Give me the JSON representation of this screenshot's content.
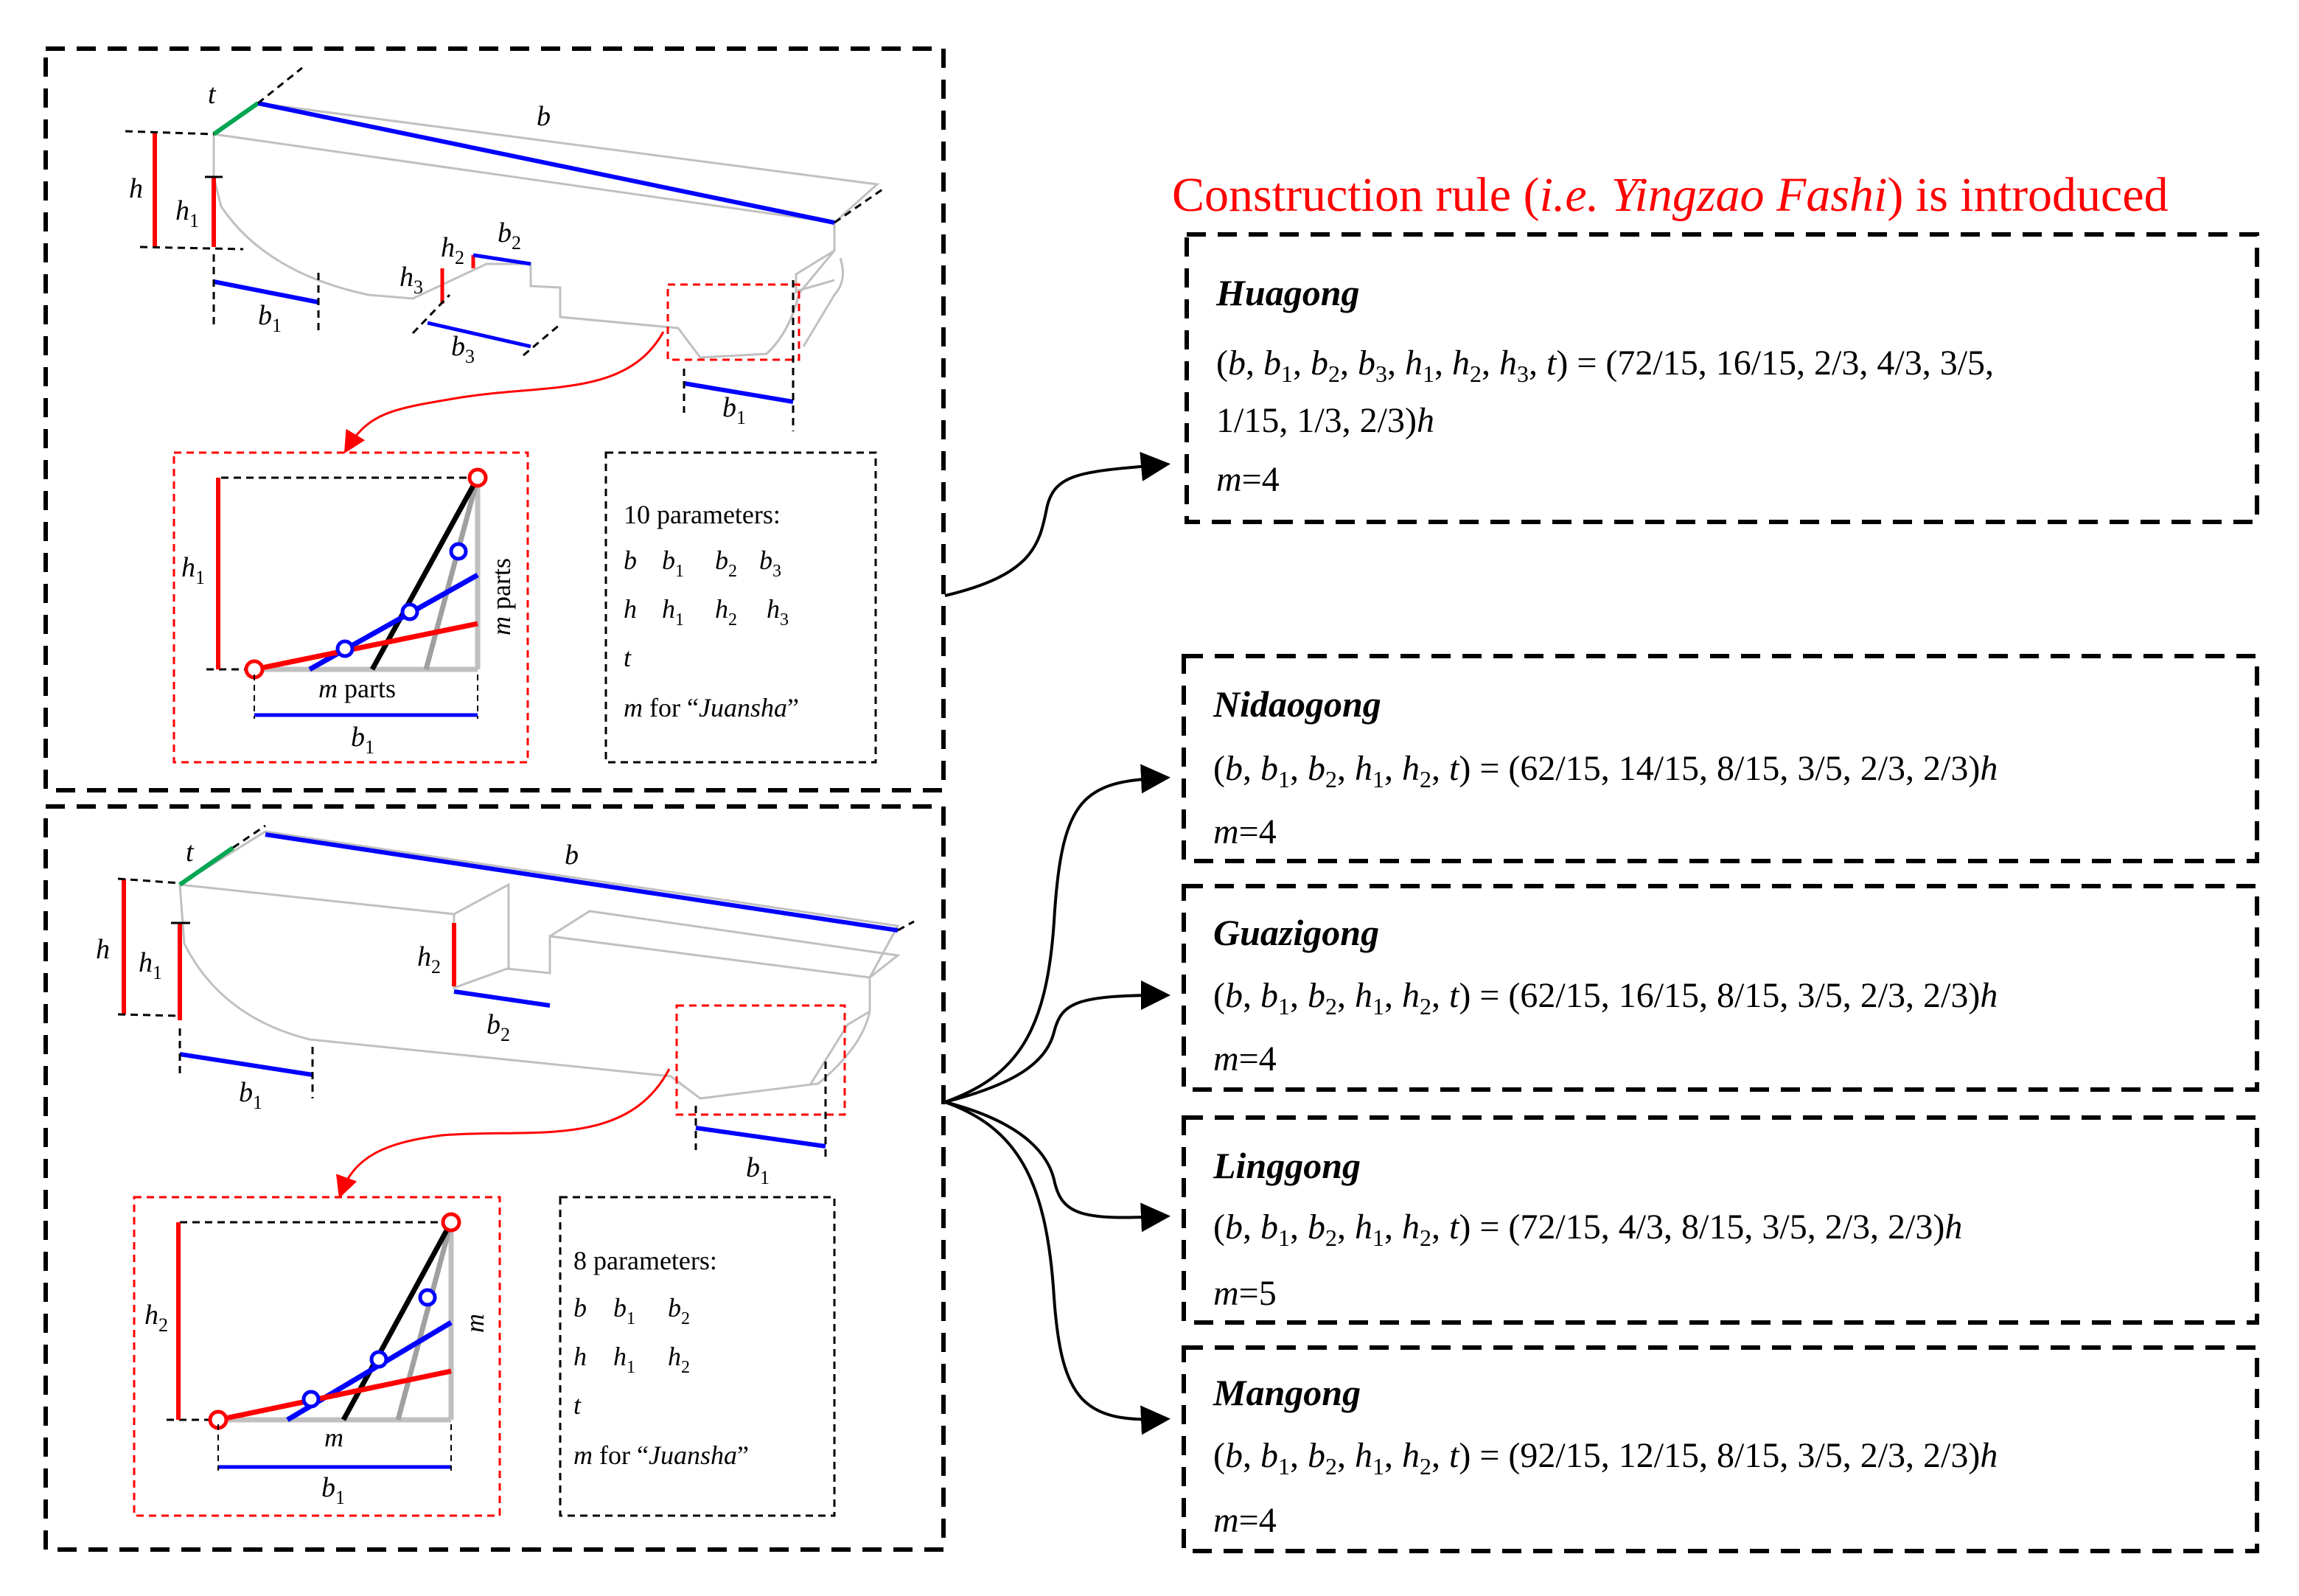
{
  "colors": {
    "width_line": "#0000ff",
    "height_line": "#ff0000",
    "thickness_line": "#00a651",
    "outline": "#c0c0c0",
    "frame": "#000000",
    "highlight": "#ff0000",
    "juansha_black": "#000000",
    "juansha_gray": "#a0a0a0"
  },
  "headline": {
    "pre": "Construction rule (",
    "ie": "i.e.",
    "name": " Yingzao Fashi",
    "post": ") is introduced"
  },
  "upper_panel": {
    "labels": {
      "t": "t",
      "b": "b",
      "h": "h",
      "h1": "h",
      "h2": "h",
      "h3": "h",
      "b1": "b",
      "b2": "b",
      "b3": "b",
      "b1_right": "b",
      "sub1": "1",
      "sub2": "2",
      "sub3": "3"
    },
    "inset": {
      "h1": "h",
      "sub1": "1",
      "m_parts_bottom": "m",
      "parts_word": " parts",
      "m_parts_side": "m",
      "b1": "b"
    },
    "params": {
      "title": "10 parameters:",
      "row1": [
        "b",
        "b",
        "b",
        "b"
      ],
      "row1_subs": [
        "",
        "1",
        "2",
        "3"
      ],
      "row2": [
        "h",
        "h",
        "h",
        "h"
      ],
      "row2_subs": [
        "",
        "1",
        "2",
        "3"
      ],
      "row3": "t",
      "row4_m": "m",
      "row4_for": " for “",
      "row4_name": "Juansha",
      "row4_close": "”"
    }
  },
  "lower_panel": {
    "labels": {
      "t": "t",
      "b": "b",
      "h": "h",
      "h1": "h",
      "h2": "h",
      "b1": "b",
      "b2": "b",
      "b1_right": "b",
      "sub1": "1",
      "sub2": "2"
    },
    "inset": {
      "h2": "h",
      "sub2": "2",
      "m_bottom": "m",
      "m_side": "m",
      "b1": "b",
      "sub1": "1"
    },
    "params": {
      "title": "8 parameters:",
      "row1": [
        "b",
        "b",
        "b"
      ],
      "row1_subs": [
        "",
        "1",
        "2"
      ],
      "row2": [
        "h",
        "h",
        "h"
      ],
      "row2_subs": [
        "",
        "1",
        "2"
      ],
      "row3": "t",
      "row4_m": "m",
      "row4_for": " for “",
      "row4_name": "Juansha",
      "row4_close": "”"
    }
  },
  "rule_boxes": [
    {
      "name": "Huagong",
      "formula_vars": "(b, b1, b2, b3, h1, h2, h3, t)",
      "formula_values": " = (72/15, 16/15, 2/3, 4/3, 3/5,",
      "formula_values_2": "1/15, 1/3, 2/3)",
      "formula_suffix": "h",
      "m": "m",
      "m_value": "=4"
    },
    {
      "name": "Nidaogong",
      "formula_vars": "(b, b1, b2, h1, h2, t)",
      "formula_values": " = (62/15, 14/15, 8/15, 3/5, 2/3, 2/3)",
      "formula_suffix": "h",
      "m": "m",
      "m_value": "=4"
    },
    {
      "name": "Guazigong",
      "formula_vars": "(b, b1, b2, h1, h2, t)",
      "formula_values": " = (62/15, 16/15, 8/15, 3/5, 2/3, 2/3)",
      "formula_suffix": "h",
      "m": "m",
      "m_value": "=4"
    },
    {
      "name": "Linggong",
      "formula_vars": "(b, b1, b2, h1, h2, t)",
      "formula_values": " = (72/15, 4/3, 8/15, 3/5, 2/3, 2/3)",
      "formula_suffix": "h",
      "m": "m",
      "m_value": "=5"
    },
    {
      "name": "Mangong",
      "formula_vars": "(b, b1, b2, h1, h2, t)",
      "formula_values": " = (92/15, 12/15, 8/15, 3/5, 2/3, 2/3)",
      "formula_suffix": "h",
      "m": "m",
      "m_value": "=4"
    }
  ]
}
